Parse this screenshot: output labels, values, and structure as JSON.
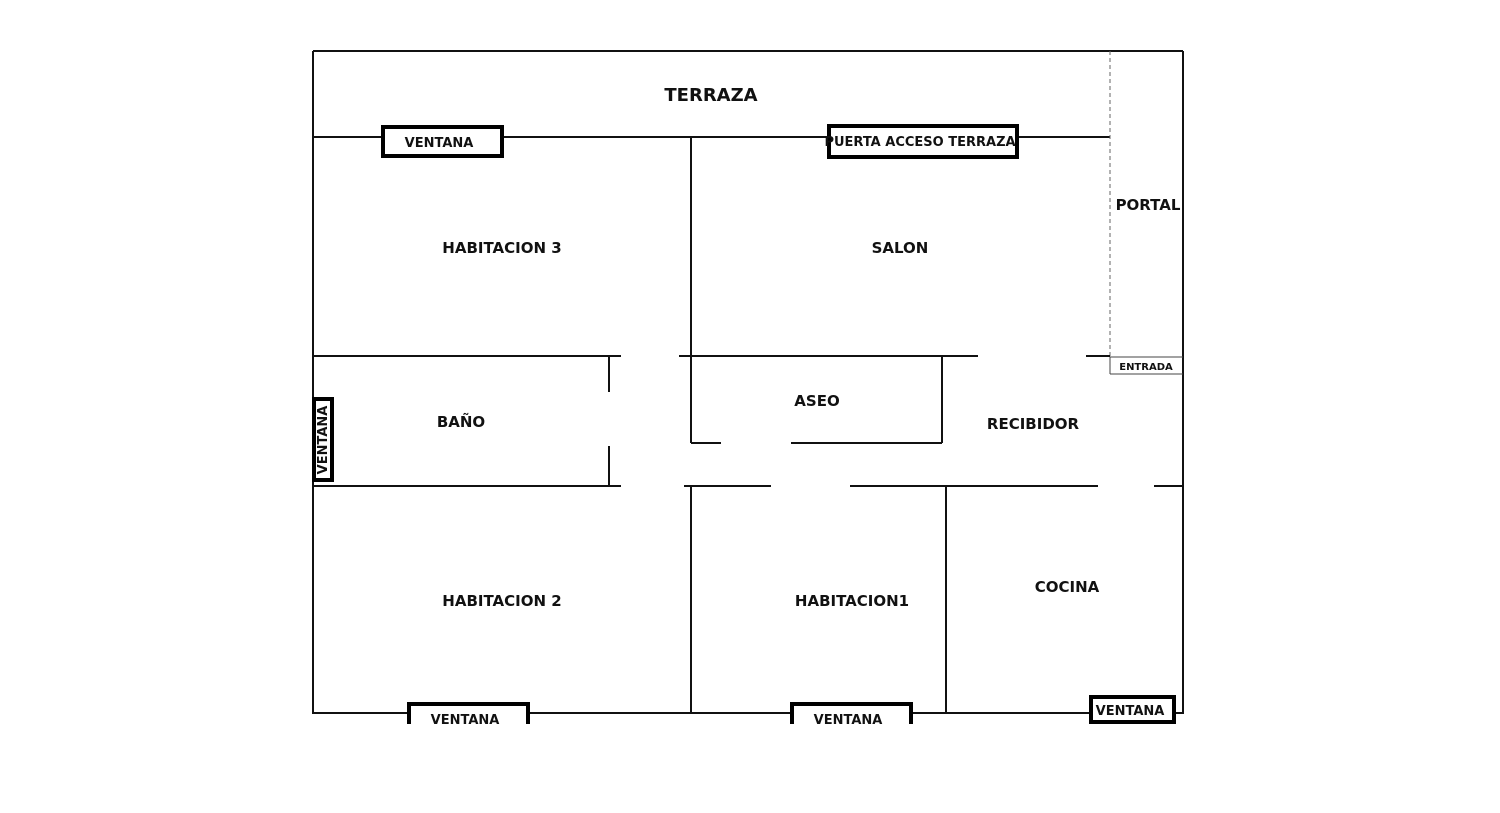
{
  "rooms": {
    "terraza": "TERRAZA",
    "portal": "PORTAL",
    "habitacion3": "HABITACION 3",
    "salon": "SALON",
    "bano": "BAÑO",
    "aseo": "ASEO",
    "recibidor": "RECIBIDOR",
    "habitacion2": "HABITACION 2",
    "habitacion1": "HABITACION1",
    "cocina": "COCINA"
  },
  "openings": {
    "entrada": "ENTRADA",
    "puerta_terraza": "PUERTA ACCESO TERRAZA",
    "ventana": "VENTANA"
  }
}
